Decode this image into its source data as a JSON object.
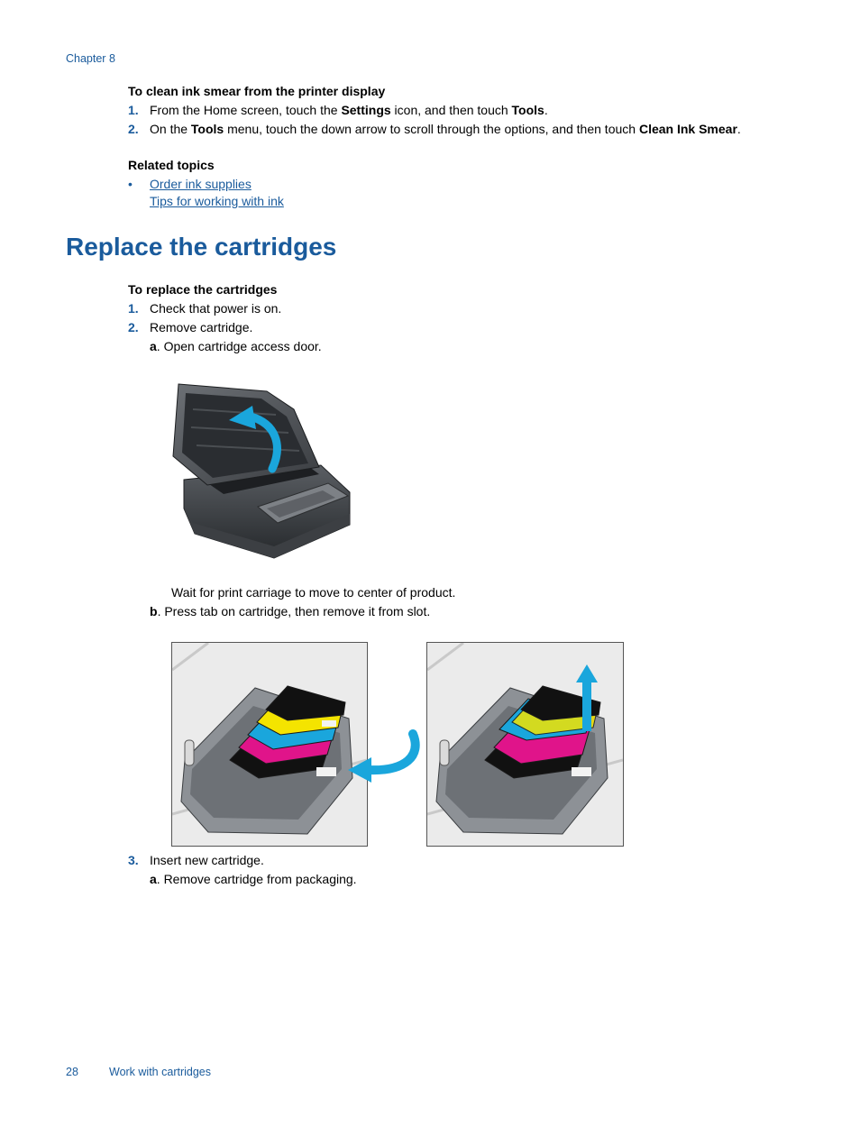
{
  "header": {
    "chapter": "Chapter 8"
  },
  "ink_smear": {
    "heading": "To clean ink smear from the printer display",
    "step1": {
      "num": "1.",
      "t1": "From the Home screen, touch the ",
      "b1": "Settings",
      "t2": " icon, and then touch ",
      "b2": "Tools",
      "t3": "."
    },
    "step2": {
      "num": "2.",
      "t1": "On the ",
      "b1": "Tools",
      "t2": " menu, touch the down arrow to scroll through the options, and then touch ",
      "b2": "Clean Ink Smear",
      "t3": "."
    }
  },
  "related": {
    "heading": "Related topics",
    "bullet": "•",
    "links": [
      "Order ink supplies",
      "Tips for working with ink"
    ]
  },
  "section": {
    "title": "Replace the cartridges",
    "procedure_heading": "To replace the cartridges",
    "step1": {
      "num": "1.",
      "text": "Check that power is on."
    },
    "step2": {
      "num": "2.",
      "text": "Remove cartridge."
    },
    "sub_a": {
      "letter": "a",
      "text": ". Open cartridge access door."
    },
    "wait_text": "Wait for print carriage to move to center of product.",
    "sub_b": {
      "letter": "b",
      "text": ". Press tab on cartridge, then remove it from slot."
    },
    "step3": {
      "num": "3.",
      "text": "Insert new cartridge."
    },
    "sub_a2": {
      "letter": "a",
      "text": ". Remove cartridge from packaging."
    }
  },
  "footer": {
    "page": "28",
    "title": "Work with cartridges"
  },
  "colors": {
    "accent": "#1a5b9c",
    "cyan": "#1aa6dc",
    "magenta": "#e0148a",
    "yellow": "#f4e400",
    "black": "#111111"
  }
}
